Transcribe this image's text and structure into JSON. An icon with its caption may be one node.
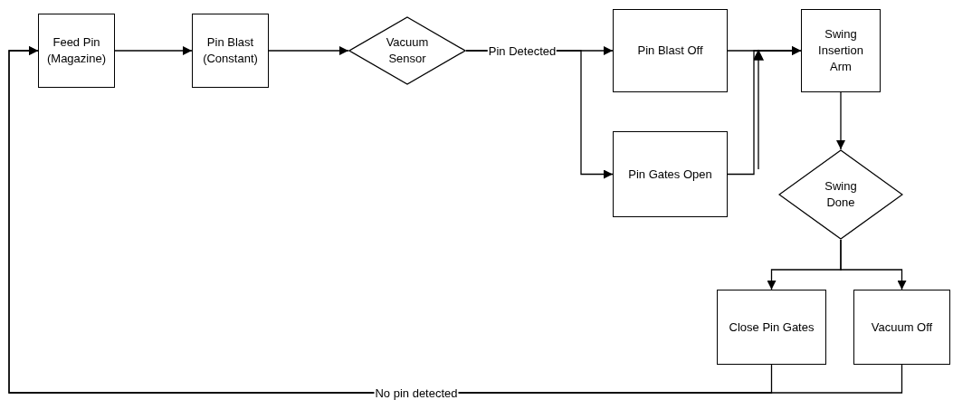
{
  "diagram": {
    "nodes": [
      {
        "text": [
          "Feed Pin (Magazine)"
        ]
      },
      {
        "text": [
          "Pin Blast (Constant)"
        ]
      },
      {
        "text": [
          "Vacuum Sensor"
        ]
      },
      {
        "text": [
          "Pin Blast Off"
        ]
      },
      {
        "text": [
          "Pin Gates Open"
        ]
      },
      {
        "text": [
          "Swing Insertion Arm"
        ]
      },
      {
        "text": [
          "Swing Done"
        ]
      },
      {
        "text": [
          "Close Pin Gates"
        ]
      },
      {
        "text": [
          "Vacuum Off"
        ]
      }
    ],
    "edges": [
      {
        "from": 0,
        "to": 1,
        "arrow": "to"
      },
      {
        "from": 1,
        "to": 2,
        "arrow": "to"
      },
      {
        "from": 2,
        "to": 3,
        "arrow": "to",
        "label": "Pin Detected"
      },
      {
        "from": 2,
        "to": 4,
        "arrow": "to"
      },
      {
        "from": 3,
        "to": 5,
        "arrow": "to"
      },
      {
        "from": 4,
        "to": 5,
        "arrow": "to"
      },
      {
        "from": 5,
        "to": 6,
        "arrow": "to"
      },
      {
        "from": 6,
        "to": 7,
        "arrow": "to"
      },
      {
        "from": 6,
        "to": 8,
        "arrow": "to"
      },
      {
        "from": 7,
        "to": 0,
        "arrow": "to",
        "label": "No pin detected"
      },
      {
        "from": 8,
        "to": 0,
        "arrow": "to"
      }
    ]
  }
}
